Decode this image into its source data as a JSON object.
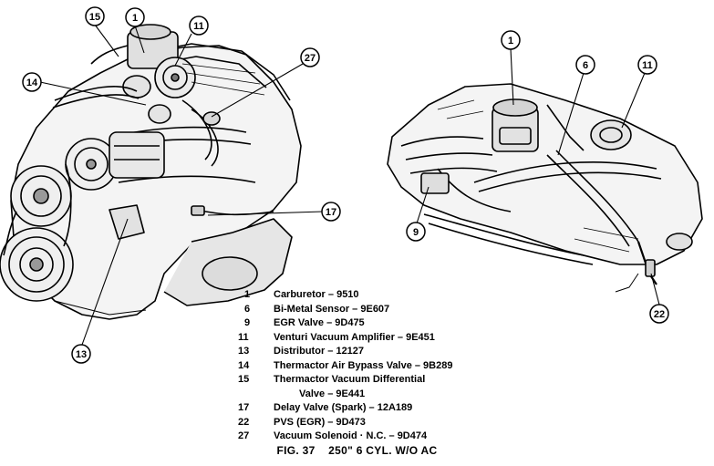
{
  "callouts": {
    "left": [
      "15",
      "1",
      "11",
      "27",
      "14",
      "17",
      "13"
    ],
    "right": [
      "1",
      "6",
      "11",
      "9",
      "22"
    ]
  },
  "legend": [
    {
      "num": "1",
      "text": "Carburetor – 9510"
    },
    {
      "num": "6",
      "text": "Bi-Metal Sensor – 9E607"
    },
    {
      "num": "9",
      "text": "EGR Valve – 9D475"
    },
    {
      "num": "11",
      "text": "Venturi Vacuum Amplifier – 9E451"
    },
    {
      "num": "13",
      "text": "Distributor – 12127"
    },
    {
      "num": "14",
      "text": "Thermactor Air Bypass Valve – 9B289"
    },
    {
      "num": "15",
      "text": "Thermactor Vacuum Differential",
      "cont": "Valve – 9E441"
    },
    {
      "num": "17",
      "text": "Delay Valve (Spark) – 12A189"
    },
    {
      "num": "22",
      "text": "PVS (EGR) – 9D473"
    },
    {
      "num": "27",
      "text": "Vacuum Solenoid · N.C. – 9D474"
    }
  ],
  "caption": "FIG. 37    250\" 6 CYL. W/O AC"
}
